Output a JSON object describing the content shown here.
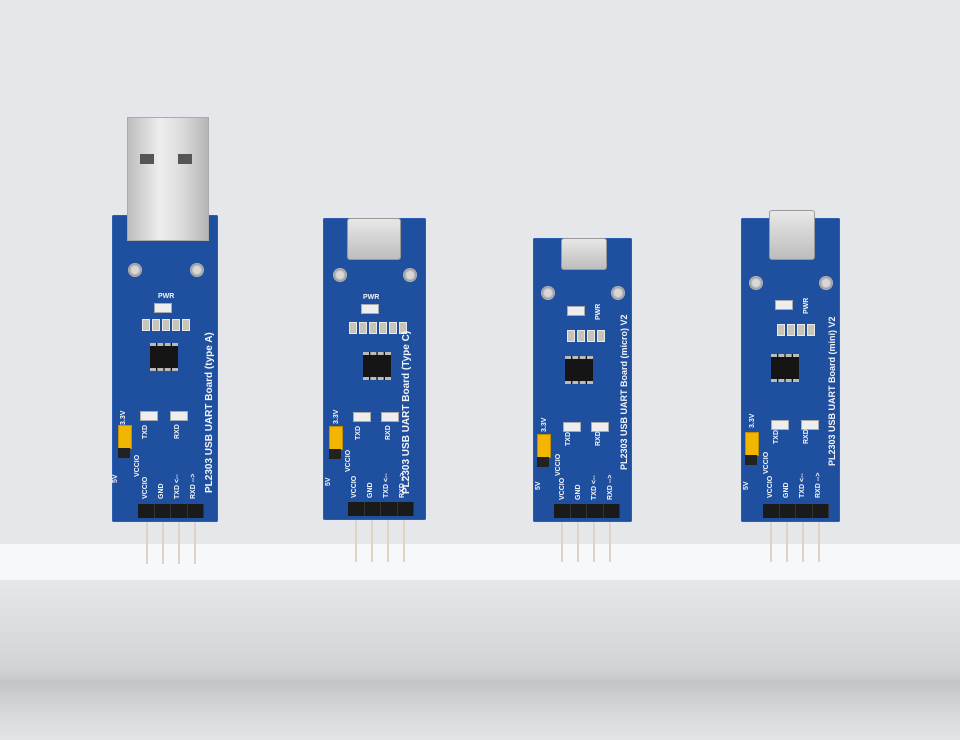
{
  "scene": {
    "description": "Four blue PL2303 USB UART boards standing on a light grey shelf",
    "colors": {
      "wall": "#e6e7ea",
      "shelf_top": "#f6f8fc",
      "pcb": "#1f4f9f",
      "jumper": "#f2b500"
    }
  },
  "boards": [
    {
      "title": "PL2303 USB UART Board (type A)",
      "connector": "USB Type-A plug",
      "labels": {
        "pwr": "PWR",
        "txd": "TXD",
        "rxd": "RXD",
        "v33": "3.3V",
        "v5": "5V",
        "vccio": "VCCIO"
      },
      "pins": [
        "VCCIO",
        "GND",
        "TXD <--",
        "RXD -->"
      ]
    },
    {
      "title": "PL2303 USB UART Board (Type C)",
      "connector": "USB Type-C",
      "labels": {
        "pwr": "PWR",
        "txd": "TXD",
        "rxd": "RXD",
        "v33": "3.3V",
        "v5": "5V",
        "vccio": "VCCIO"
      },
      "pins": [
        "VCCIO",
        "GND",
        "TXD <--",
        "RXD -->"
      ]
    },
    {
      "title": "PL2303 USB UART Board (micro) V2",
      "connector": "Micro USB",
      "labels": {
        "pwr": "PWR",
        "txd": "TXD",
        "rxd": "RXD",
        "v33": "3.3V",
        "v5": "5V",
        "vccio": "VCCIO"
      },
      "pins": [
        "VCCIO",
        "GND",
        "TXD <--",
        "RXD -->"
      ]
    },
    {
      "title": "PL2303 USB UART Board (mini) V2",
      "connector": "Mini USB",
      "labels": {
        "pwr": "PWR",
        "txd": "TXD",
        "rxd": "RXD",
        "v33": "3.3V",
        "v5": "5V",
        "vccio": "VCCIO"
      },
      "pins": [
        "VCCIO",
        "GND",
        "TXD <--",
        "RXD -->"
      ]
    }
  ]
}
